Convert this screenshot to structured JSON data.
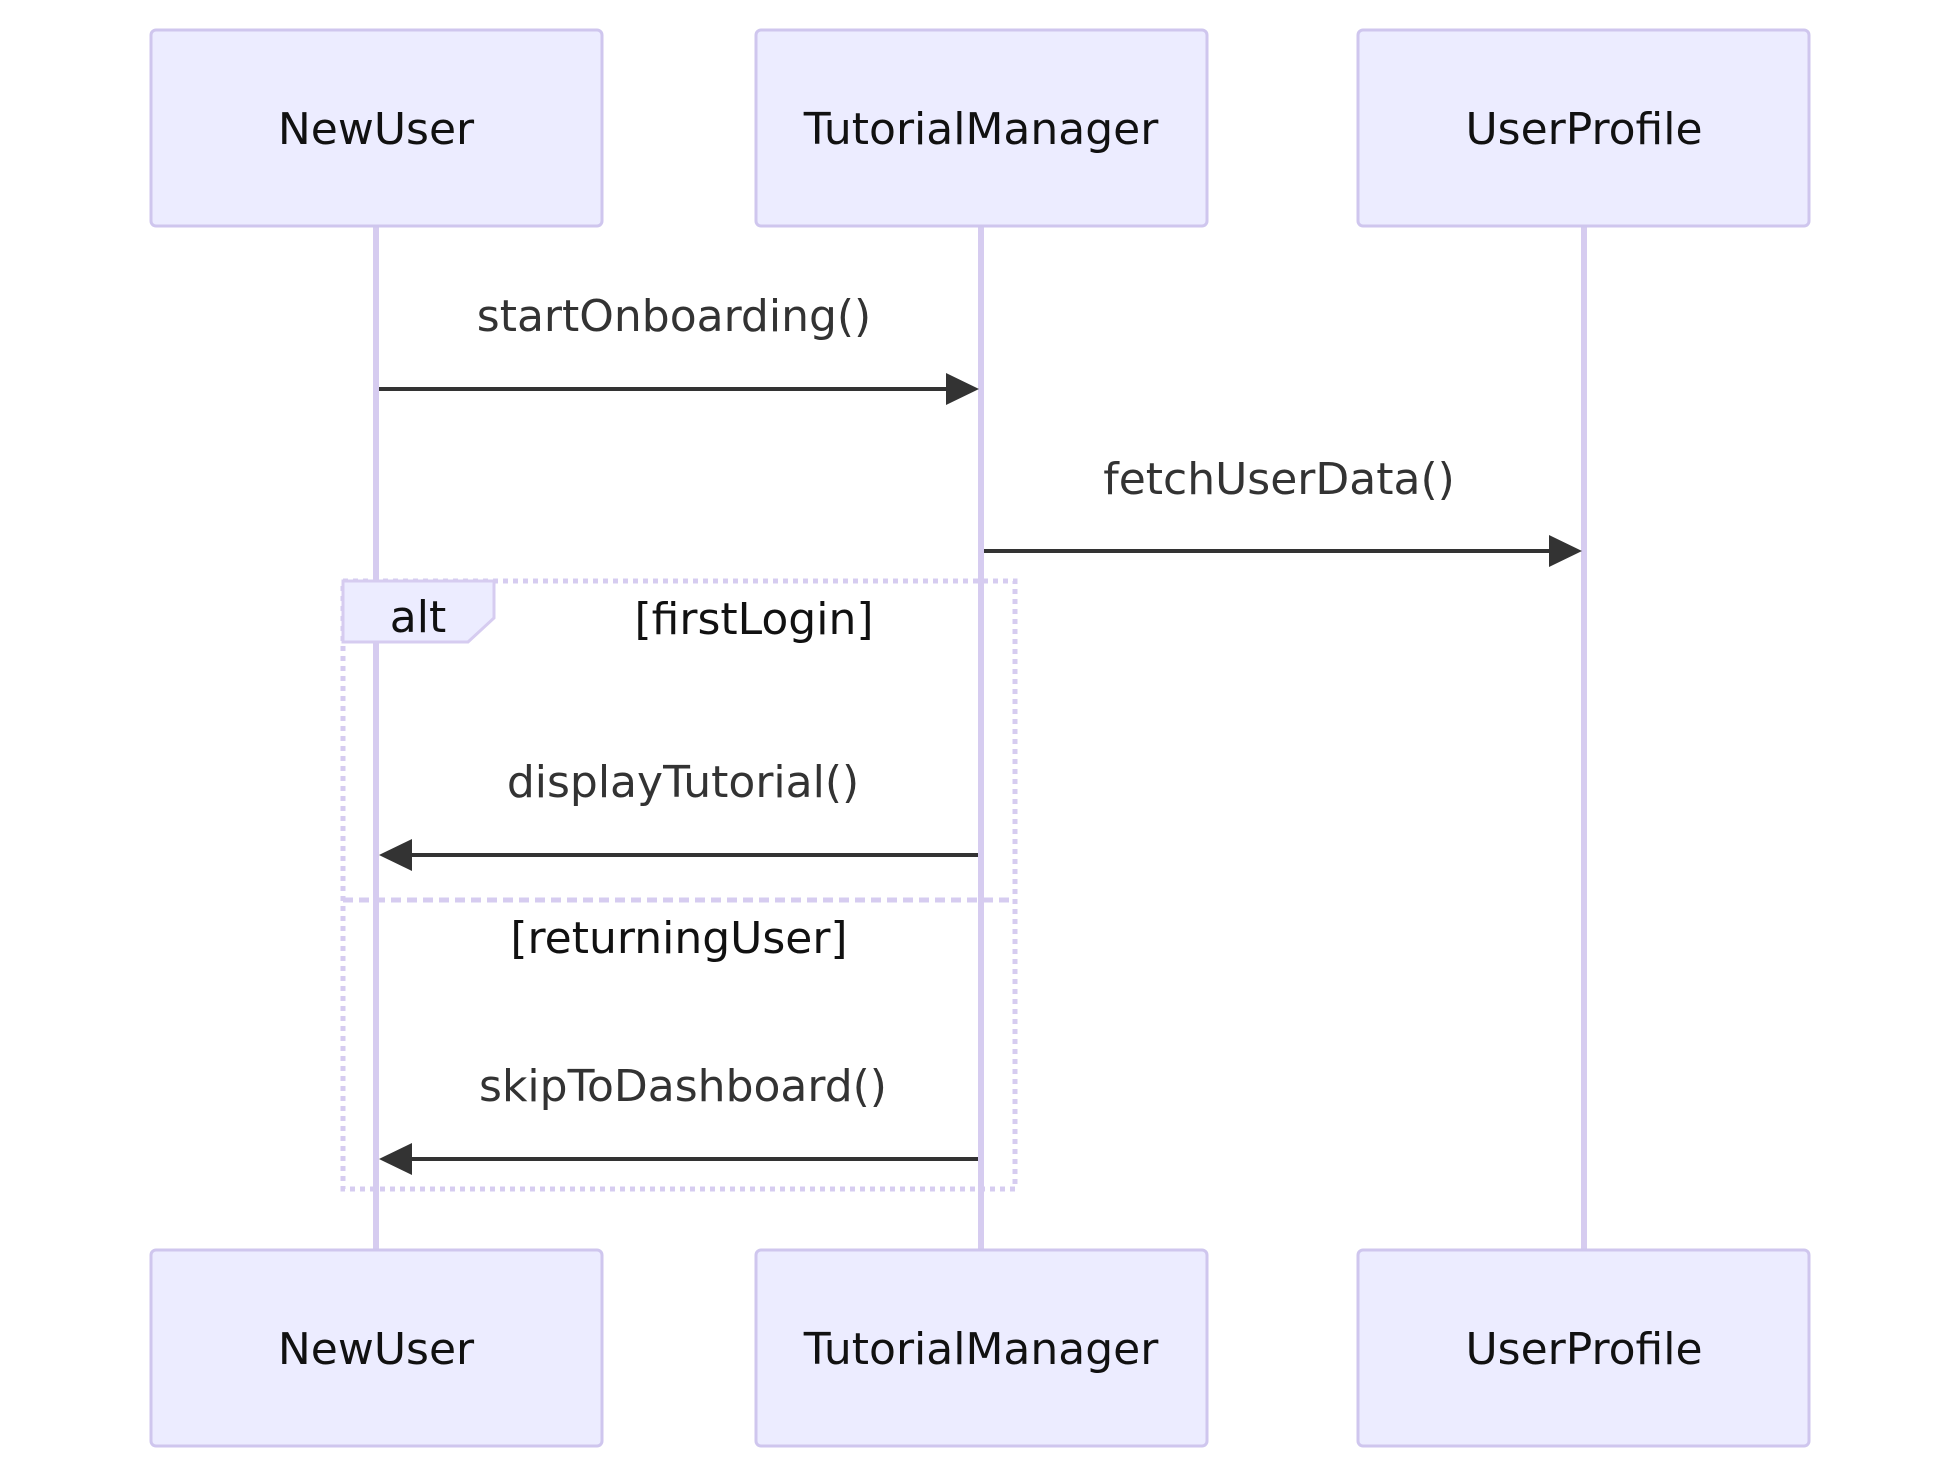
{
  "actors": [
    {
      "id": "newuser",
      "label": "NewUser"
    },
    {
      "id": "tutorialmanager",
      "label": "TutorialManager"
    },
    {
      "id": "userprofile",
      "label": "UserProfile"
    }
  ],
  "messages": [
    {
      "id": "start-onboarding",
      "label": "startOnboarding()"
    },
    {
      "id": "fetch-user-data",
      "label": "fetchUserData()"
    },
    {
      "id": "display-tutorial",
      "label": "displayTutorial()"
    },
    {
      "id": "skip-to-dashboard",
      "label": "skipToDashboard()"
    }
  ],
  "alt_block": {
    "keyword": "alt",
    "conditions": [
      "[firstLogin]",
      "[returningUser]"
    ]
  },
  "colors": {
    "actor_fill": "#ECECFF",
    "actor_border": "#CFC6EE",
    "lifeline": "#D6CCF0",
    "message": "#333333"
  }
}
